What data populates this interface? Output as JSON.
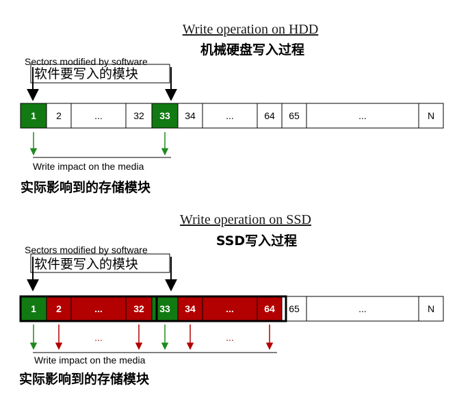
{
  "hdd": {
    "title": "Write operation on HDD",
    "title_cn": "机械硬盘写入过程",
    "sectors_label": "Sectors modified by software",
    "sectors_label_cn": "软件要写入的模块",
    "impact_label": "Write impact on the media",
    "impact_label_cn": "实际影响到的存储模块",
    "cells": [
      {
        "text": "1",
        "state": "modified"
      },
      {
        "text": "2",
        "state": "normal"
      },
      {
        "text": "...",
        "state": "normal"
      },
      {
        "text": "32",
        "state": "normal"
      },
      {
        "text": "33",
        "state": "modified"
      },
      {
        "text": "34",
        "state": "normal"
      },
      {
        "text": "...",
        "state": "normal"
      },
      {
        "text": "64",
        "state": "normal"
      },
      {
        "text": "65",
        "state": "normal"
      },
      {
        "text": "...",
        "state": "normal"
      },
      {
        "text": "N",
        "state": "normal"
      }
    ],
    "impact_arrows": [
      {
        "cell": 0,
        "color": "green"
      },
      {
        "cell": 4,
        "color": "green"
      }
    ],
    "impact_dots": []
  },
  "ssd": {
    "title": "Write operation on SSD",
    "title_cn": "SSD写入过程",
    "sectors_label": "Sectors modified by software",
    "sectors_label_cn": "软件要写入的模块",
    "impact_label": "Write impact on the media",
    "impact_label_cn": "实际影响到的存储模块",
    "cells": [
      {
        "text": "1",
        "state": "modified"
      },
      {
        "text": "2",
        "state": "affected"
      },
      {
        "text": "...",
        "state": "affected"
      },
      {
        "text": "32",
        "state": "affected"
      },
      {
        "text": "33",
        "state": "modified"
      },
      {
        "text": "34",
        "state": "affected"
      },
      {
        "text": "...",
        "state": "affected"
      },
      {
        "text": "64",
        "state": "affected"
      },
      {
        "text": "65",
        "state": "normal"
      },
      {
        "text": "...",
        "state": "normal"
      },
      {
        "text": "N",
        "state": "normal"
      }
    ],
    "impact_arrows": [
      {
        "cell": 0,
        "color": "green"
      },
      {
        "cell": 1,
        "color": "red"
      },
      {
        "cell": 3,
        "color": "red"
      },
      {
        "cell": 4,
        "color": "green"
      },
      {
        "cell": 5,
        "color": "red"
      },
      {
        "cell": 7,
        "color": "red"
      }
    ],
    "impact_dots": [
      {
        "cell": 2,
        "text": "..."
      },
      {
        "cell": 6,
        "text": "..."
      }
    ]
  },
  "colors": {
    "modified": "#127a12",
    "affected": "#b30000",
    "normal": "#ffffff",
    "arrow_green": "#1f8a1f",
    "arrow_red": "#b30000",
    "dots": "#b30000"
  }
}
